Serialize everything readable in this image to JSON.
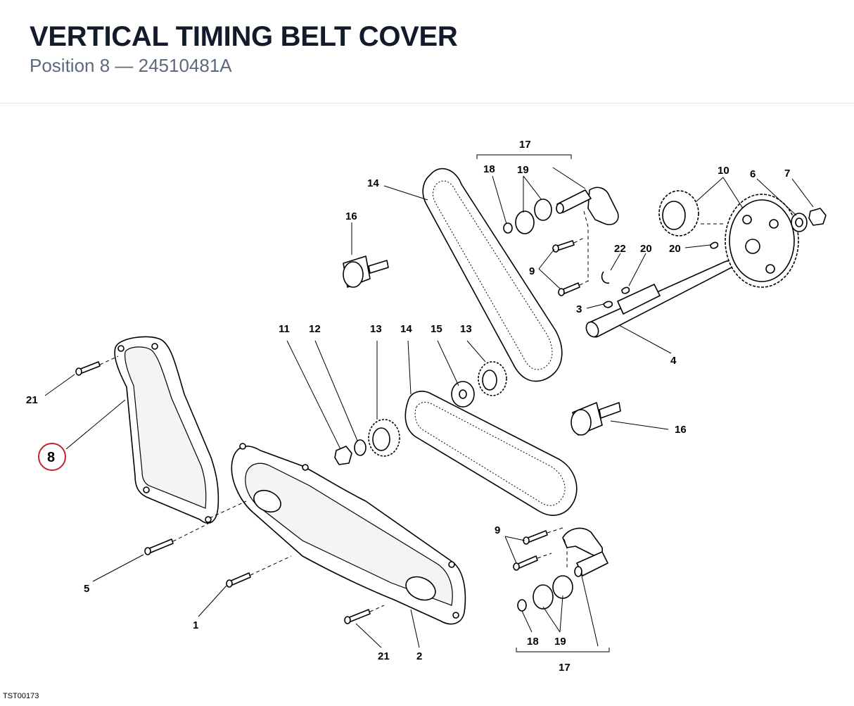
{
  "header": {
    "title": "VERTICAL TIMING BELT COVER",
    "subtitle": "Position 8 — 24510481A"
  },
  "diagram": {
    "highlight_callout": "8",
    "highlight_color": "#c8202f",
    "callouts": [
      "17",
      "18",
      "19",
      "14",
      "16",
      "10",
      "6",
      "7",
      "22",
      "20",
      "20",
      "9",
      "3",
      "4",
      "11",
      "12",
      "13",
      "14",
      "15",
      "13",
      "16",
      "21",
      "5",
      "1",
      "21",
      "2",
      "9",
      "18",
      "19",
      "17"
    ],
    "reference_code": "TST00173"
  }
}
